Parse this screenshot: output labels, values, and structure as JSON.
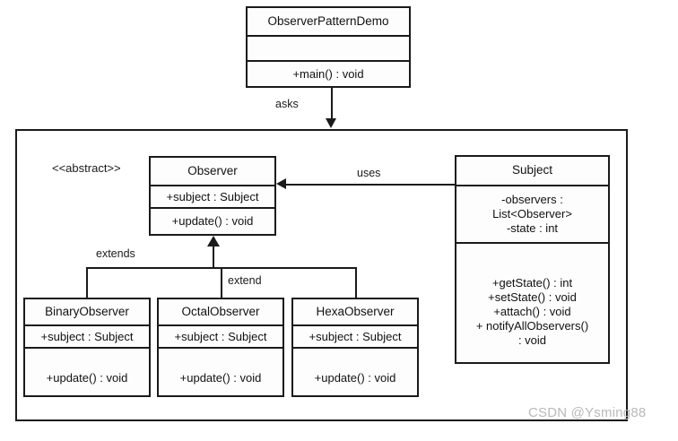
{
  "diagram": {
    "title_class": "ObserverPatternDemo",
    "watermark": "CSDN @Ysming88",
    "stereotype_abstract": "<<abstract>>"
  },
  "classes": {
    "demo": {
      "name": "ObserverPatternDemo",
      "attributes": [],
      "operations": [
        "+main() : void"
      ]
    },
    "observer": {
      "name": "Observer",
      "attributes": [
        "+subject  : Subject"
      ],
      "operations": [
        "+update() : void"
      ]
    },
    "subject": {
      "name": "Subject",
      "attributes": [
        "-observers  :",
        "List<Observer>",
        "-state : int"
      ],
      "operations": [
        "+getState() : int",
        "+setState() : void",
        "+attach() : void",
        "+ notifyAllObservers()",
        ": void"
      ]
    },
    "binary": {
      "name": "BinaryObserver",
      "attributes": [
        "+subject  : Subject"
      ],
      "operations": [
        "+update() : void"
      ]
    },
    "octal": {
      "name": "OctalObserver",
      "attributes": [
        "+subject  : Subject"
      ],
      "operations": [
        "+update() : void"
      ]
    },
    "hexa": {
      "name": "HexaObserver",
      "attributes": [
        "+subject  : Subject"
      ],
      "operations": [
        "+update() : void"
      ]
    }
  },
  "edges": {
    "asks": "asks",
    "uses": "uses",
    "extends": "extends",
    "extend": "extend"
  }
}
